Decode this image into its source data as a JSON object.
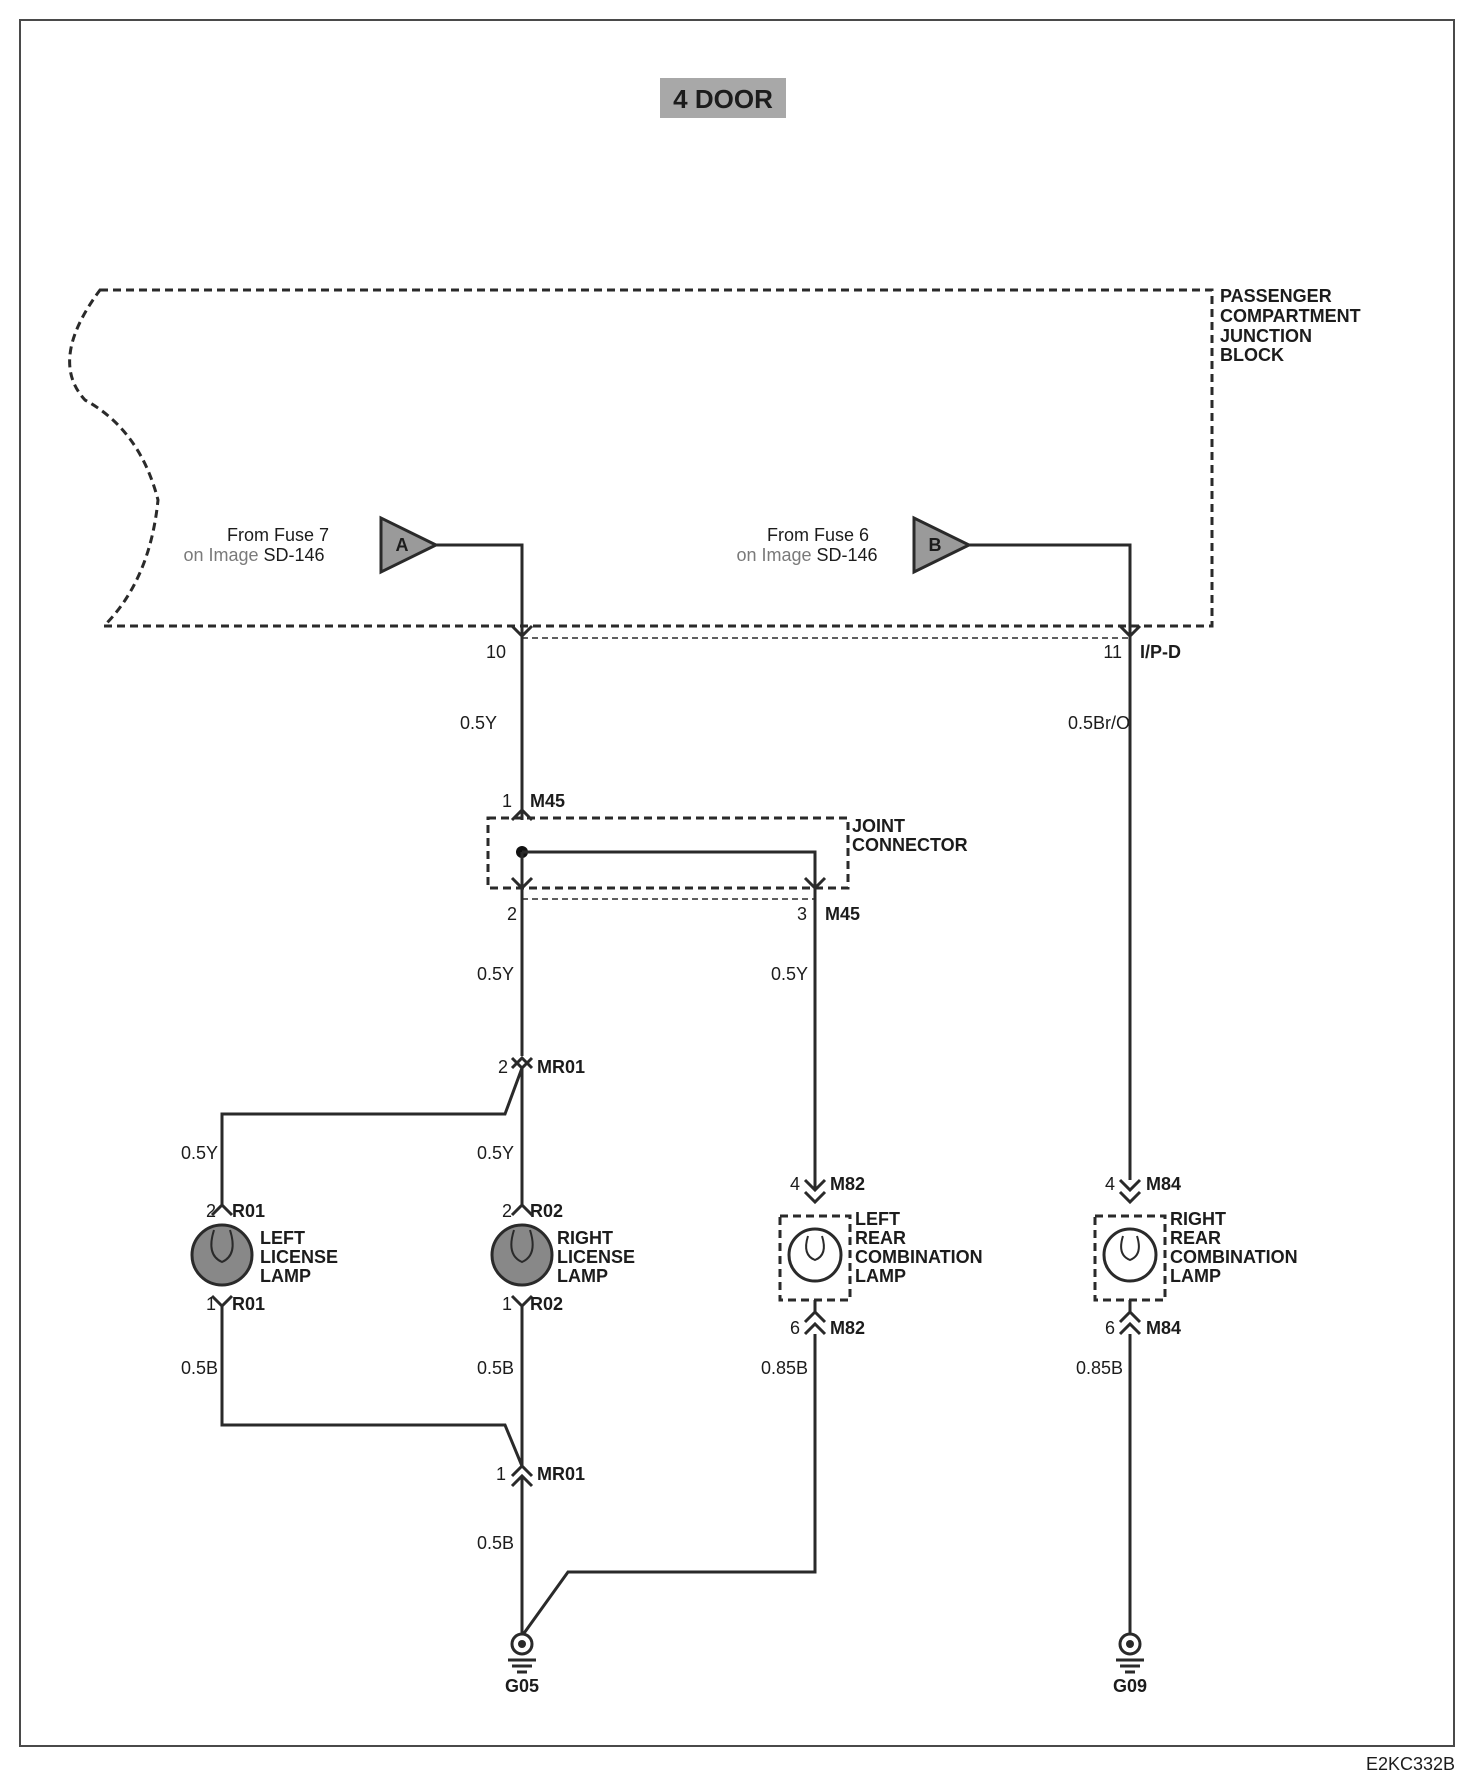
{
  "title": "4 DOOR",
  "junction_block": {
    "name_lines": [
      "PASSENGER",
      "COMPARTMENT",
      "JUNCTION",
      "BLOCK"
    ],
    "connector": "I/P-D"
  },
  "sources": [
    {
      "marker": "A",
      "line1": "From Fuse 7",
      "line2_grey": "on Image",
      "line2_ref": "SD-146"
    },
    {
      "marker": "B",
      "line1": "From Fuse 6",
      "line2_grey": "on Image",
      "line2_ref": "SD-146"
    }
  ],
  "pins": {
    "jb_10": "10",
    "jb_11": "11",
    "m45_1": "1",
    "m45_2": "2",
    "m45_3": "3",
    "mr01_2": "2",
    "mr01_1": "1",
    "r01_2": "2",
    "r01_1": "1",
    "r02_2": "2",
    "r02_1": "1",
    "m82_4": "4",
    "m82_6": "6",
    "m84_4": "4",
    "m84_6": "6"
  },
  "connectors": {
    "m45": "M45",
    "mr01": "MR01",
    "r01": "R01",
    "r02": "R02",
    "m82": "M82",
    "m84": "M84"
  },
  "joint_connector": {
    "line1": "JOINT",
    "line2": "CONNECTOR"
  },
  "wires": {
    "w_a_top": "0.5Y",
    "w_b_top": "0.5Br/O",
    "w_m45_2": "0.5Y",
    "w_m45_3": "0.5Y",
    "w_left_lamp_top": "0.5Y",
    "w_right_lamp_top": "0.5Y",
    "w_left_lamp_bot": "0.5B",
    "w_right_lamp_bot": "0.5B",
    "w_m82_bot": "0.85B",
    "w_m84_bot": "0.85B",
    "w_mr01_bot": "0.5B"
  },
  "lamps": {
    "left_license": [
      "LEFT",
      "LICENSE",
      "LAMP"
    ],
    "right_license": [
      "RIGHT",
      "LICENSE",
      "LAMP"
    ],
    "left_rear": [
      "LEFT",
      "REAR",
      "COMBINATION",
      "LAMP"
    ],
    "right_rear": [
      "RIGHT",
      "REAR",
      "COMBINATION",
      "LAMP"
    ]
  },
  "grounds": {
    "g05": "G05",
    "g09": "G09"
  },
  "figure_code": "E2KC332B",
  "colors": {
    "block_fill": "#8c8c8c",
    "lamp_fill": "#888888",
    "title_bg": "#a8a8a8",
    "wire": "#2a2a2a"
  }
}
